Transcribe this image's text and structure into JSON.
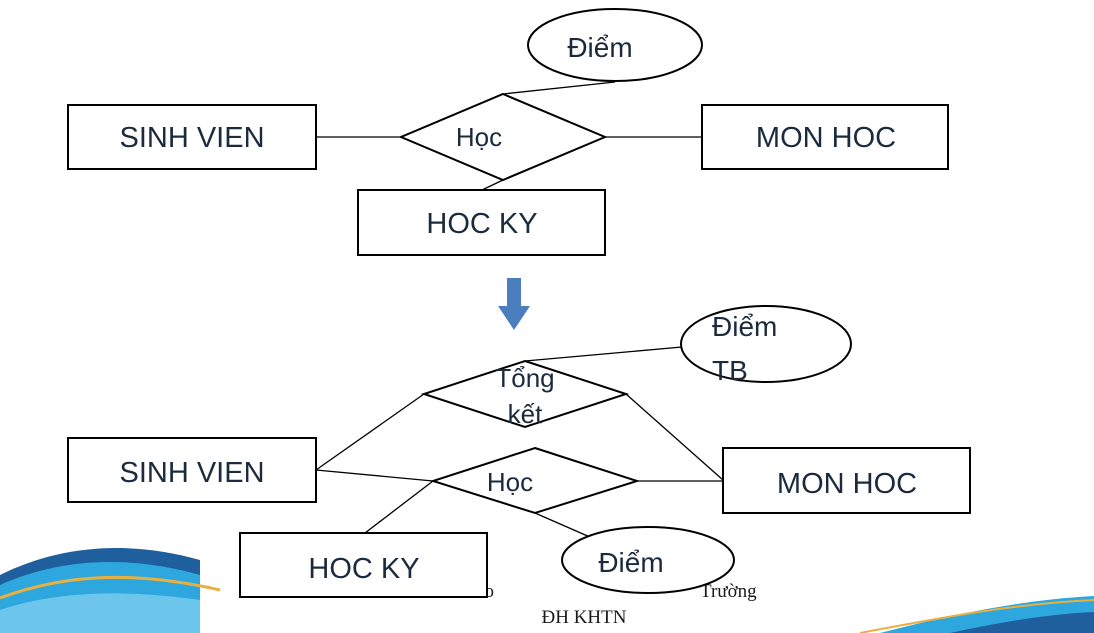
{
  "top": {
    "relationship": "Học",
    "entity_student": "SINH VIEN",
    "entity_course": "MON HOC",
    "entity_semester": "HOC KY",
    "attribute_score": "Điểm"
  },
  "bottom": {
    "relationship_summary_line1": "Tổng",
    "relationship_summary_line2": "kết",
    "relationship_study": "Học",
    "entity_student": "SINH VIEN",
    "entity_course": "MON HOC",
    "entity_semester": "HOC KY",
    "attribute_avg_line1": "Điểm",
    "attribute_avg_line2": "TB",
    "attribute_score": "Điểm"
  },
  "footer": {
    "line1_left": "n HTTT - Kho",
    "line1_right": "Trường",
    "line2": "ĐH KHTN"
  },
  "colors": {
    "outline": "#000000",
    "text": "#1c2a3e",
    "arrow": "#4a7ebf",
    "wave_light": "#2ea6de",
    "wave_dark": "#1f5f9e",
    "wave_gold": "#e8b040"
  }
}
